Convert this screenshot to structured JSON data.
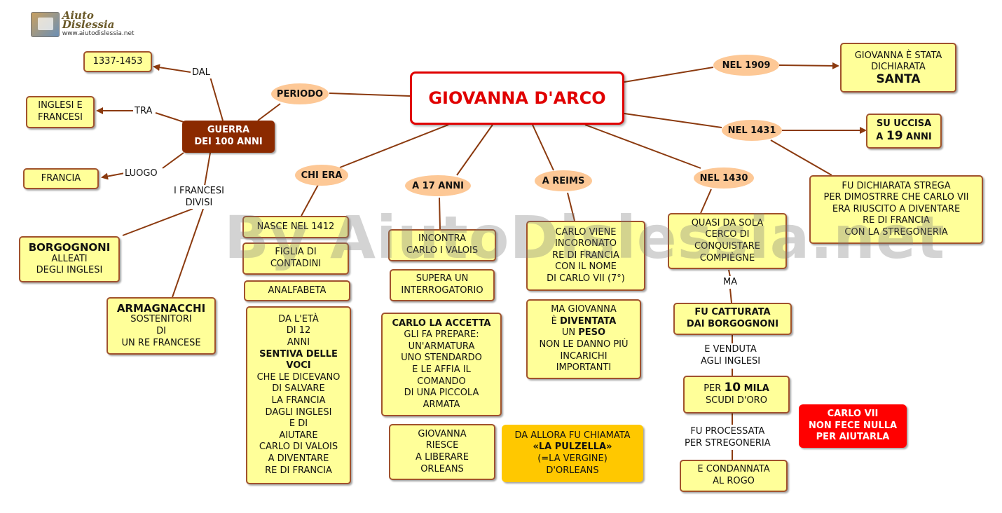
{
  "logo": {
    "title": "Aiuto Dislessia",
    "url": "www.aiutodislessia.net"
  },
  "watermark": "By AiutoDislessia.net",
  "main_title": "GIOVANNA D'ARCO",
  "ovals": {
    "periodo": "PERIODO",
    "chi_era": "CHI ERA",
    "a17": "A 17 ANNI",
    "reims": "A REIMS",
    "nel1430": "NEL 1430",
    "nel1431": "NEL 1431",
    "nel1909": "NEL 1909"
  },
  "labels": {
    "dal": "DAL",
    "tra": "TRA",
    "luogo": "LUOGO",
    "francesi_divisi": [
      "I FRANCESI",
      "DIVISI"
    ],
    "ma": "MA",
    "venduta": [
      "E VENDUTA",
      "AGLI INGLESI"
    ],
    "processata": [
      "FU PROCESSATA",
      "PER STREGONERIA"
    ]
  },
  "boxes": {
    "date": "1337-1453",
    "inglesi_francesi": [
      "INGLESI E",
      "FRANCESI"
    ],
    "francia": "FRANCIA",
    "guerra": [
      "GUERRA",
      "DEI 100 ANNI"
    ],
    "borgognoni": {
      "title": "BORGOGNONI",
      "lines": [
        "ALLEATI",
        "DEGLI INGLESI"
      ]
    },
    "armagnacchi": {
      "title": "ARMAGNACCHI",
      "lines": [
        "SOSTENITORI",
        "DI",
        "UN RE FRANCESE"
      ]
    },
    "nasce": "NASCE NEL 1412",
    "figlia": [
      "FIGLIA DI",
      "CONTADINI"
    ],
    "analfabeta": "ANALFABETA",
    "voci": {
      "pre": [
        "DA L'ETÀ",
        "DI 12",
        "ANNI"
      ],
      "bold": [
        "SENTIVA DELLE",
        "VOCI"
      ],
      "post": [
        "CHE LE DICEVANO",
        "DI SALVARE",
        "LA FRANCIA",
        "DAGLI INGLESI",
        "E DI",
        "AIUTARE",
        "CARLO DI VALOIS",
        "A DIVENTARE",
        "RE DI FRANCIA"
      ]
    },
    "incontra": [
      "INCONTRA",
      "CARLO I VALOIS"
    ],
    "supera": [
      "SUPERA UN",
      "INTERROGATORIO"
    ],
    "accetta": {
      "title": "CARLO LA ACCETTA",
      "lines": [
        "GLI FA PREPARE:",
        "UN'ARMATURA",
        "UNO STENDARDO",
        "E LE AFFIA IL",
        "COMANDO",
        "DI UNA PICCOLA",
        "ARMATA"
      ]
    },
    "orleans": [
      "GIOVANNA",
      "RIESCE",
      "A LIBERARE",
      "ORLEANS"
    ],
    "pulzella": {
      "l1": "DA ALLORA FU CHIAMATA",
      "bold": "«LA PULZELLA»",
      "l3": "(=LA VERGINE)",
      "l4": "D'ORLEANS"
    },
    "carlo_viene": [
      "CARLO VIENE",
      "INCORONATO",
      "RE DI FRANCIA",
      "CON IL NOME",
      "DI CARLO VII (7°)"
    ],
    "peso": {
      "l1": "MA GIOVANNA",
      "l2a": "È ",
      "l2b": "DIVENTATA",
      "l3a": "UN ",
      "l3b": "PESO",
      "l4": "NON LE DANNO PIÙ",
      "l5": "INCARICHI",
      "l6": "IMPORTANTI"
    },
    "compiegne": [
      "QUASI DA SOLA",
      "CERCO DI",
      "CONQUISTARE",
      "COMPIÈGNE"
    ],
    "catturata": [
      "FU CATTURATA",
      "DAI BORGOGNONI"
    ],
    "scudi": {
      "a": "PER ",
      "b": "10",
      "c": " MILA",
      "l2": "SCUDI D'ORO"
    },
    "rogo": [
      "E CONDANNATA",
      "AL ROGO"
    ],
    "carlo_vii": [
      "CARLO VII",
      "NON FECE NULLA",
      "PER AIUTARLA"
    ],
    "uccisa": {
      "l1": "SU UCCISA",
      "a": "A ",
      "b": "19",
      "c": " ANNI"
    },
    "strega": [
      "FU DICHIARATA STREGA",
      "PER DIMOSTRRE CHE CARLO VII",
      "ERA RIUSCITO A DIVENTARE",
      "RE DI FRANCIA",
      "CON LA STREGONERIA"
    ],
    "santa": {
      "lines": [
        "GIOVANNA È STATA",
        "DICHIARATA"
      ],
      "bold": "SANTA"
    }
  },
  "colors": {
    "line": "#8b3a0f",
    "box_fill": "#ffff99",
    "box_border": "#a0522d",
    "oval_fill": "#fdc896",
    "title_red": "#e00000"
  }
}
